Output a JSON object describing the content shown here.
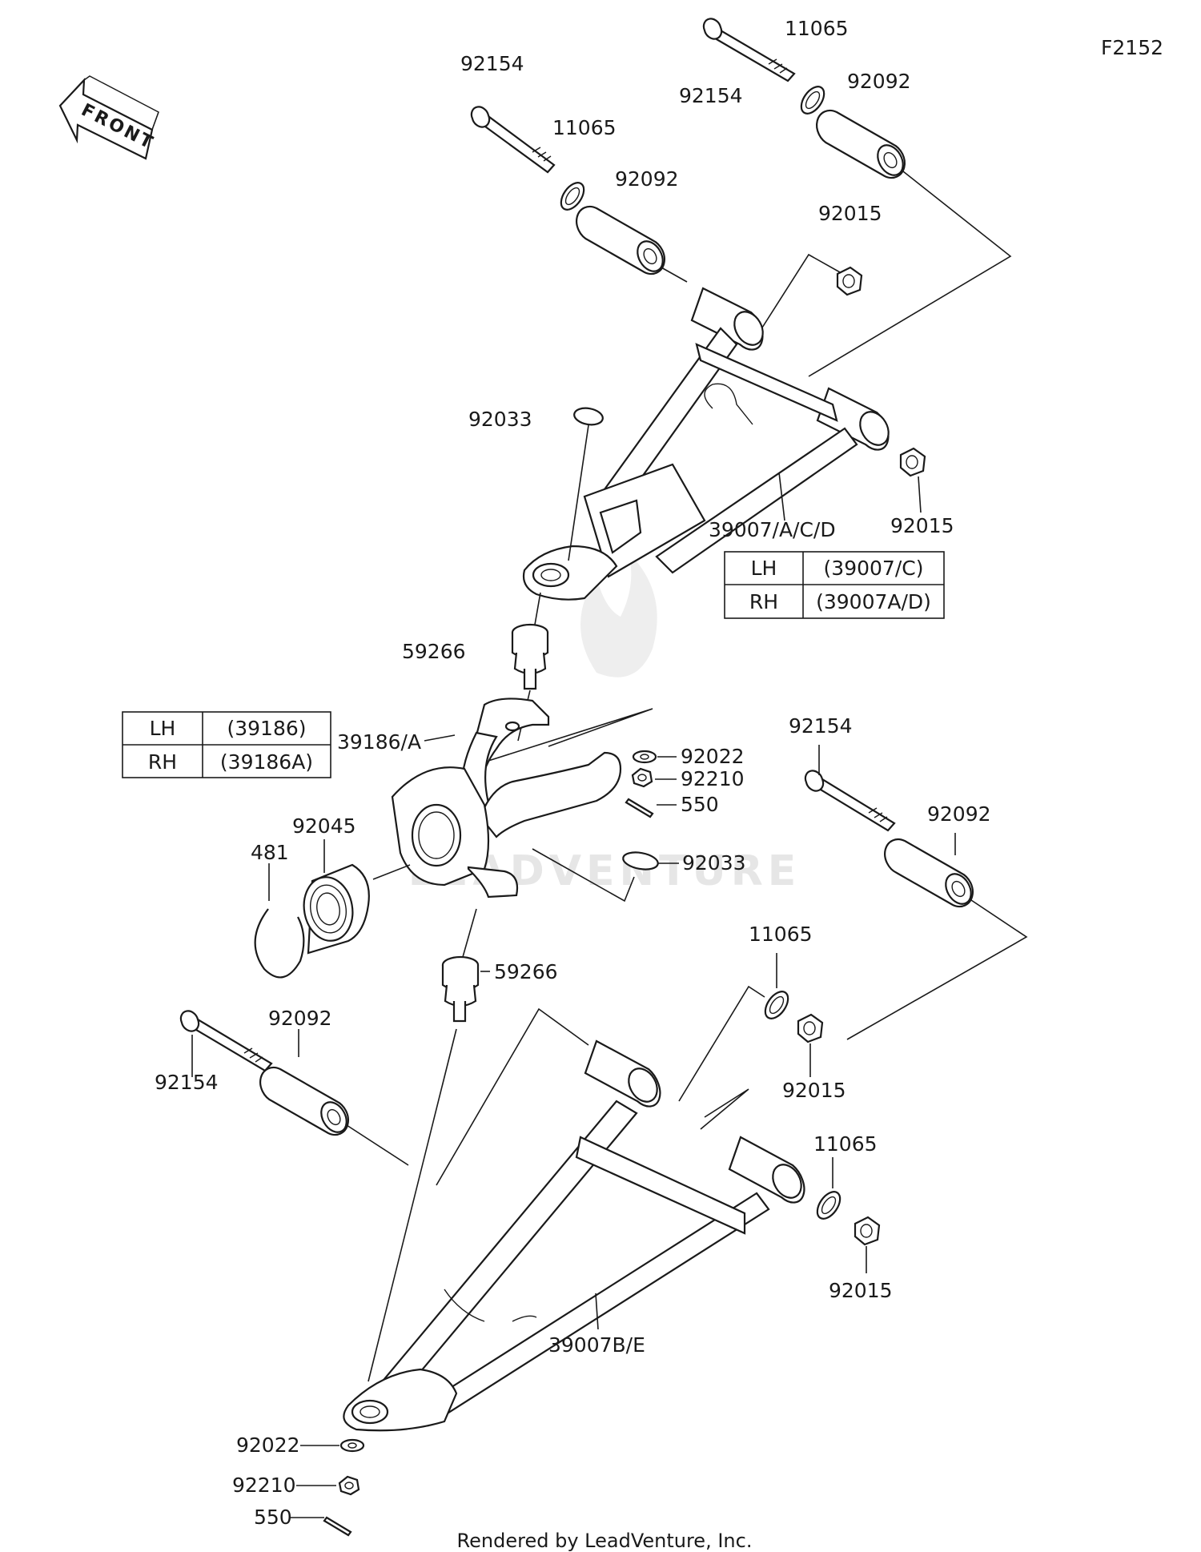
{
  "figure_code": "F2152",
  "front_arrow": {
    "label": "FRONT"
  },
  "watermark": "LEADVENTURE",
  "footer": "Rendered by LeadVenture, Inc.",
  "labels": {
    "bolt_top_left": "92154",
    "washer_top_left": "11065",
    "bushing_top_left": "92092",
    "bolt_top_right": "92154",
    "washer_top_right": "11065",
    "bushing_top_right": "92092",
    "nut_upper_rear": "92015",
    "snap_ring_upper": "92033",
    "nut_upper_front": "92015",
    "upper_arm": "39007/A/C/D",
    "ball_joint_upper": "59266",
    "knuckle": "39186/A",
    "washer_knuckle": "92022",
    "castle_nut_knuckle": "92210",
    "cotter_pin_knuckle": "550",
    "snap_ring_knuckle": "92033",
    "bearing": "92045",
    "circlip": "481",
    "bolt_mid_right": "92154",
    "bushing_mid_right": "92092",
    "ball_joint_lower": "59266",
    "washer_lower_rear": "11065",
    "nut_lower_rear": "92015",
    "bolt_lower_left": "92154",
    "bushing_lower_left": "92092",
    "washer_lower_front": "11065",
    "nut_lower_front": "92015",
    "lower_arm": "39007B/E",
    "washer_bottom": "92022",
    "castle_nut_bottom": "92210",
    "cotter_pin_bottom": "550"
  },
  "table_upper_arm": {
    "rows": [
      {
        "side": "LH",
        "part": "(39007/C)"
      },
      {
        "side": "RH",
        "part": "(39007A/D)"
      }
    ]
  },
  "table_knuckle": {
    "rows": [
      {
        "side": "LH",
        "part": "(39186)"
      },
      {
        "side": "RH",
        "part": "(39186A)"
      }
    ]
  }
}
